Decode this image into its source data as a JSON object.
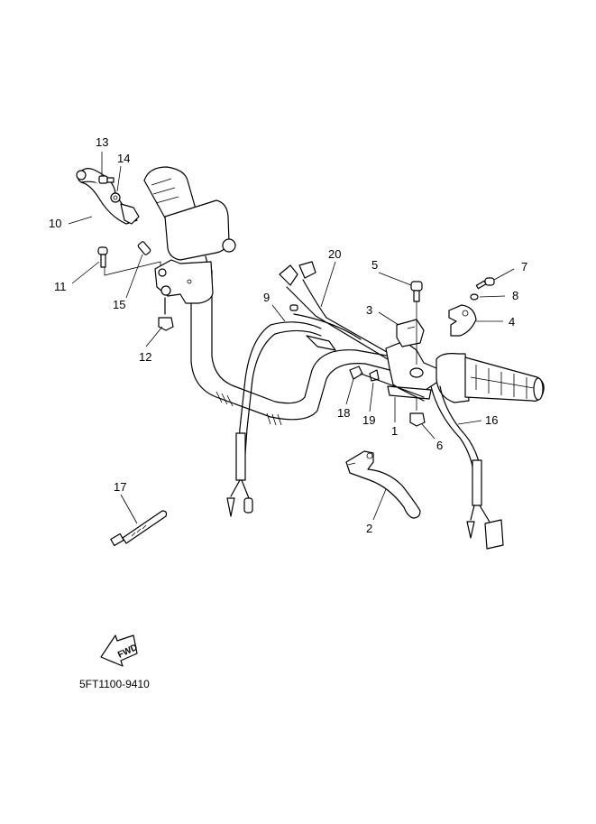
{
  "diagram": {
    "title_code": "5FT1100-9410",
    "fwd_label": "FWD",
    "callouts": [
      {
        "id": "1",
        "label": "1"
      },
      {
        "id": "2",
        "label": "2"
      },
      {
        "id": "3",
        "label": "3"
      },
      {
        "id": "4",
        "label": "4"
      },
      {
        "id": "5",
        "label": "5"
      },
      {
        "id": "6",
        "label": "6"
      },
      {
        "id": "7",
        "label": "7"
      },
      {
        "id": "8",
        "label": "8"
      },
      {
        "id": "9",
        "label": "9"
      },
      {
        "id": "10",
        "label": "10"
      },
      {
        "id": "11",
        "label": "11"
      },
      {
        "id": "12",
        "label": "12"
      },
      {
        "id": "13",
        "label": "13"
      },
      {
        "id": "14",
        "label": "14"
      },
      {
        "id": "15",
        "label": "15"
      },
      {
        "id": "16",
        "label": "16"
      },
      {
        "id": "17",
        "label": "17"
      },
      {
        "id": "18",
        "label": "18"
      },
      {
        "id": "19",
        "label": "19"
      },
      {
        "id": "20",
        "label": "20"
      }
    ]
  }
}
